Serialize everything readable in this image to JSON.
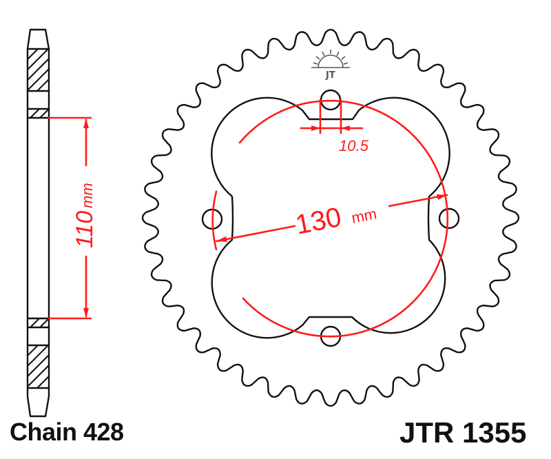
{
  "drawing": {
    "type": "rear sprocket technical drawing",
    "colors": {
      "outline": "#111111",
      "dimension": "#ff1a1a",
      "logo": "#555555",
      "background": "#ffffff"
    },
    "sprocket": {
      "teeth_count": 40,
      "bolt_holes": 4
    },
    "side_view": {
      "dimension_value": "110",
      "dimension_unit": "mm"
    },
    "pcd": {
      "dimension_value": "130",
      "dimension_unit": "mm"
    },
    "bolt_hole_dimension": {
      "value": "10.5"
    },
    "logo": {
      "icon": "sun-logo-icon",
      "text": "JT"
    }
  },
  "captions": {
    "chain": "Chain 428",
    "part_number": "JTR 1355"
  }
}
